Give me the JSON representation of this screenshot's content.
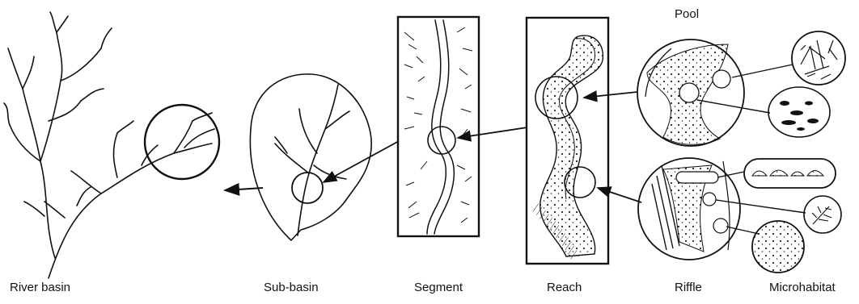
{
  "labels": {
    "river_basin": "River basin",
    "sub_basin": "Sub-basin",
    "segment": "Segment",
    "reach": "Reach",
    "riffle": "Riffle",
    "microhabitat": "Microhabitat",
    "pool": "Pool"
  }
}
